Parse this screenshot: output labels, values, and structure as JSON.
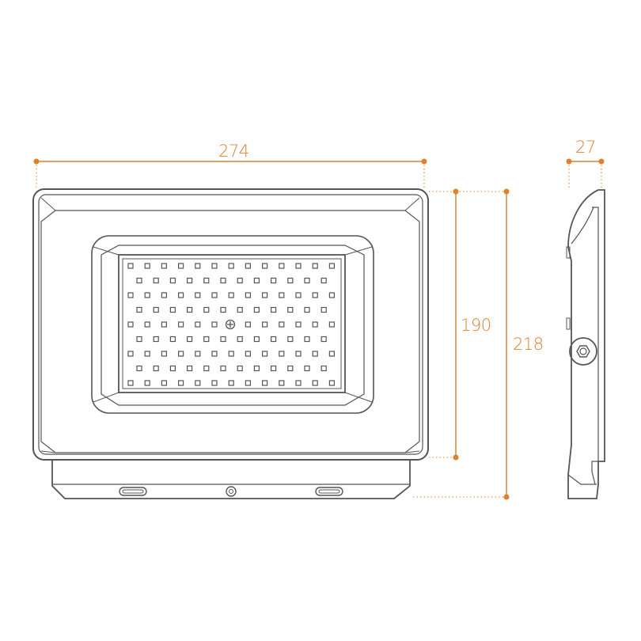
{
  "dimensions": {
    "width": "274",
    "height_lens": "190",
    "height_total": "218",
    "depth": "27"
  },
  "colors": {
    "line": "#555555",
    "dimension": "#e07f2c"
  },
  "icons": {
    "grid": "led-array",
    "center": "center-led-icon"
  }
}
